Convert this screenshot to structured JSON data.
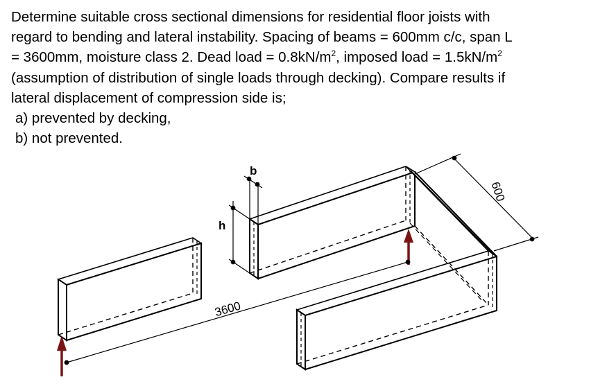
{
  "problem": {
    "line1": "Determine suitable cross sectional dimensions for residential floor joists with",
    "line2": "regard to bending and lateral instability. Spacing of beams = 600mm c/c, span L",
    "line3a": "= 3600mm, moisture class 2. Dead load = 0.8kN/m",
    "line3b": ", imposed load = 1.5kN/m",
    "sup": "2",
    "line4": "(assumption of distribution of single loads through decking). Compare results if",
    "line5": "lateral displacement of compression side is;",
    "option_a": "a) prevented by decking,",
    "option_b": "b) not prevented."
  },
  "figure": {
    "label_b": "b",
    "label_h": "h",
    "label_span": "3600",
    "label_spacing": "600",
    "colors": {
      "line": "#000000",
      "arrow": "#7a1414",
      "beam_side": "#ffffff"
    }
  }
}
